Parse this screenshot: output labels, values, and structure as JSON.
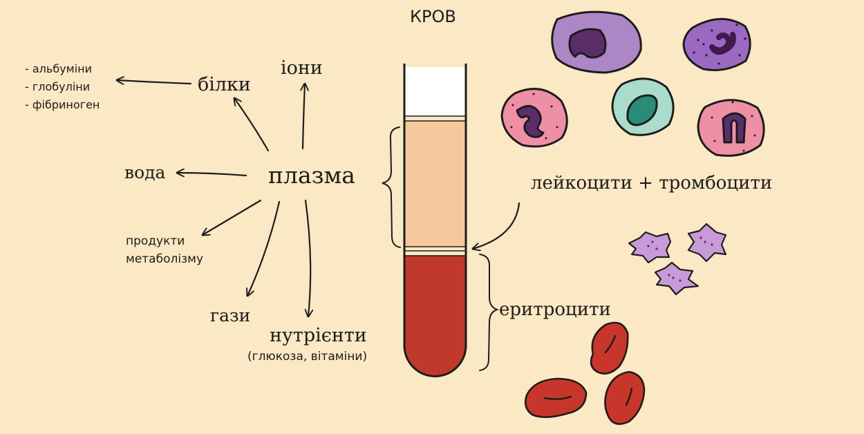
{
  "title": "КРОВ",
  "plasma": {
    "label": "плазма",
    "proteins": {
      "label": "білки",
      "items": [
        "- альбуміни",
        "- глобуліни",
        "- фібриноген"
      ]
    },
    "ions": "іони",
    "water": "вода",
    "metabolism_products": [
      "продукти",
      "метаболізму"
    ],
    "gases": "гази",
    "nutrients": "нутрієнти",
    "nutrients_note": "(глюкоза, вітаміни)"
  },
  "leukocytes_platelets": "лейкоцити + тромбоцити",
  "erythrocytes": "еритроцити",
  "colors": {
    "background": "#fbe8c4",
    "plasma_layer": "#f5c99c",
    "blood_layer": "#c0392b",
    "white_cell_purple": "#ad86c6",
    "white_cell_violet": "#9b69c2",
    "white_cell_pink": "#ef8fa6",
    "white_cell_teal": "#a9dccd",
    "nucleus": "#5b2e6a",
    "nucleus_teal": "#2a8c78",
    "platelet": "#c99ad8",
    "rbc": "#c8352a"
  }
}
